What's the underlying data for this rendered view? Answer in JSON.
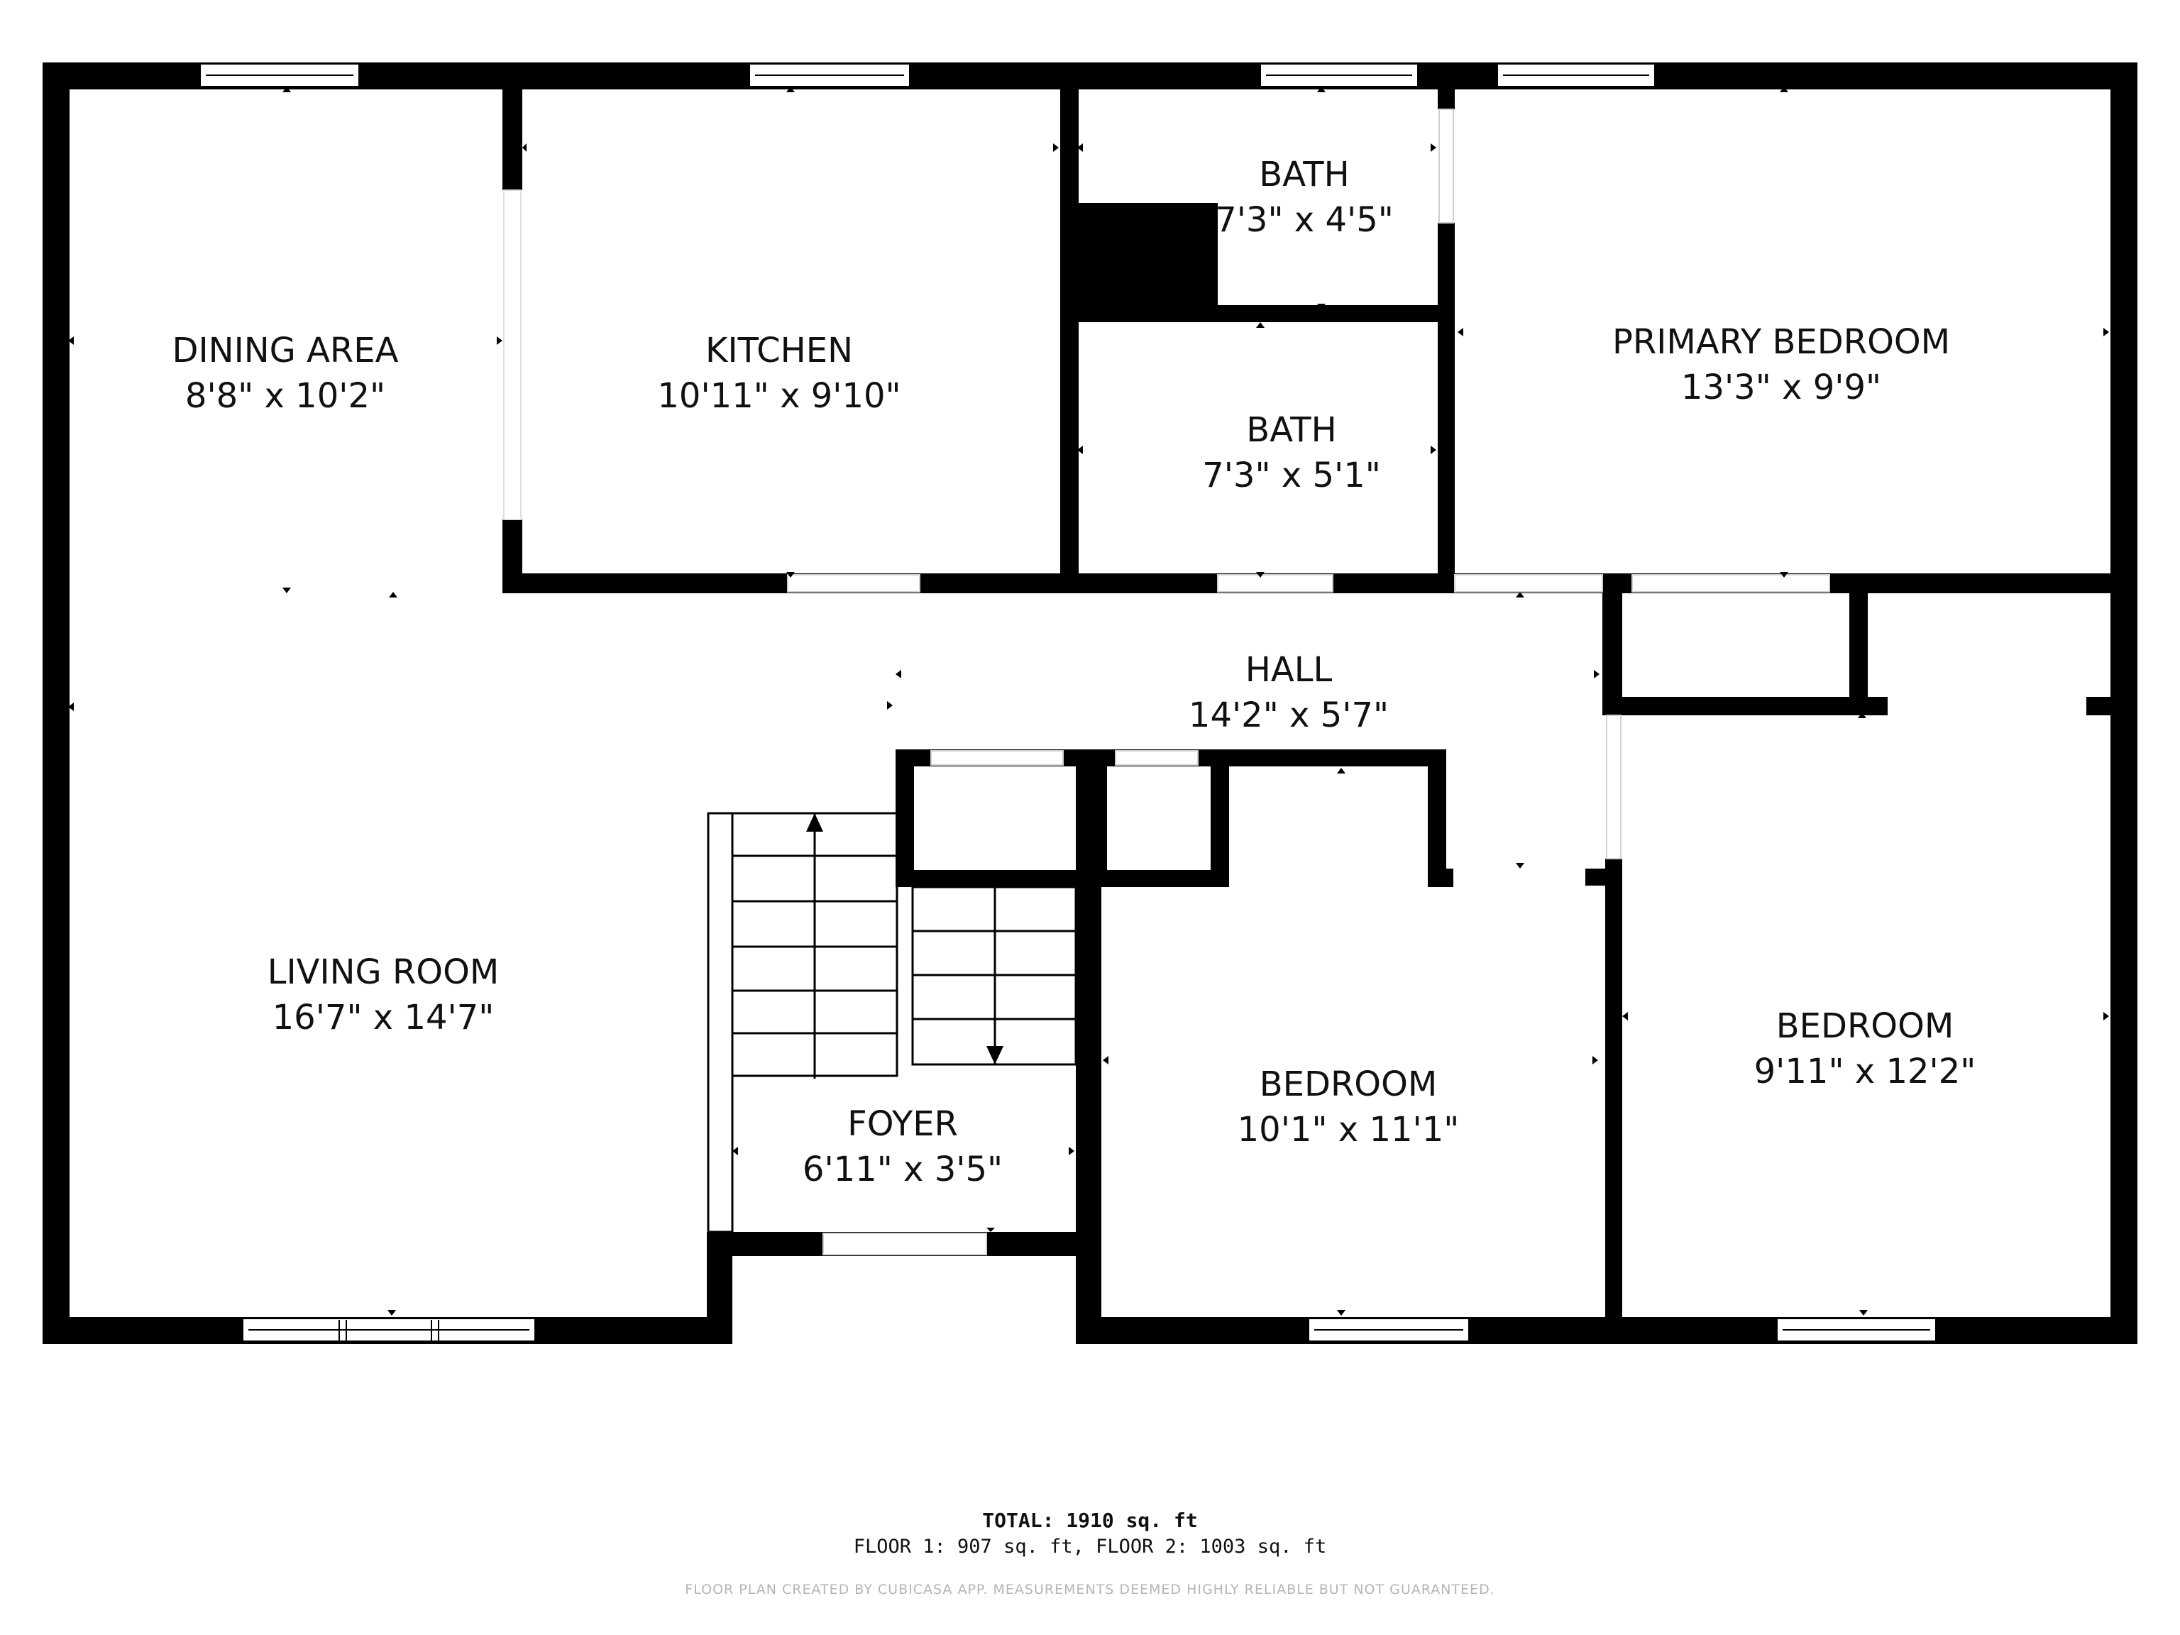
{
  "plan": {
    "wall_color": "#000000",
    "background_color": "#ffffff",
    "rooms": [
      {
        "name": "DINING AREA",
        "dims": "8'8\" x 10'2\""
      },
      {
        "name": "KITCHEN",
        "dims": "10'11\" x 9'10\""
      },
      {
        "name": "BATH",
        "dims": "7'3\" x 4'5\""
      },
      {
        "name": "PRIMARY BEDROOM",
        "dims": "13'3\" x 9'9\""
      },
      {
        "name": "BATH",
        "dims": "7'3\" x 5'1\""
      },
      {
        "name": "HALL",
        "dims": "14'2\" x 5'7\""
      },
      {
        "name": "LIVING ROOM",
        "dims": "16'7\" x 14'7\""
      },
      {
        "name": "FOYER",
        "dims": "6'11\" x 3'5\""
      },
      {
        "name": "BEDROOM",
        "dims": "10'1\" x 11'1\""
      },
      {
        "name": "BEDROOM",
        "dims": "9'11\" x 12'2\""
      }
    ]
  },
  "footer": {
    "total": "TOTAL: 1910 sq. ft",
    "floors": "FLOOR 1: 907 sq. ft, FLOOR 2: 1003 sq. ft",
    "disclaimer": "FLOOR PLAN CREATED BY CUBICASA APP. MEASUREMENTS DEEMED HIGHLY RELIABLE BUT NOT GUARANTEED."
  }
}
